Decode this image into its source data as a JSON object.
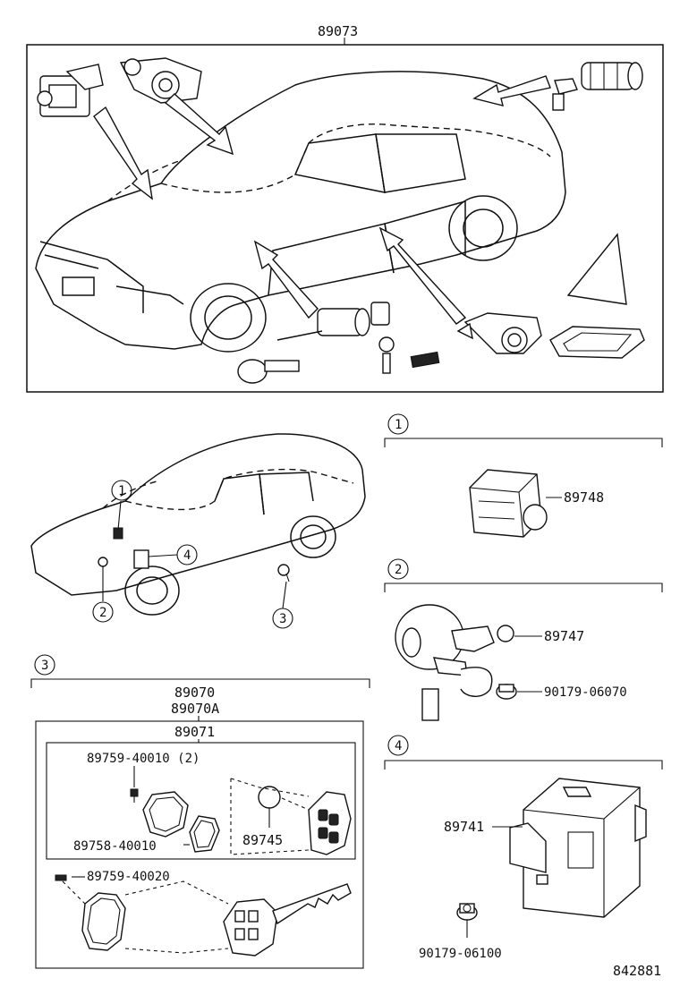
{
  "top_section": {
    "label": "89073"
  },
  "callouts": {
    "c1": "1",
    "c2": "2",
    "c3": "3",
    "c4": "4"
  },
  "section_1": {
    "num": "1",
    "part": "89748"
  },
  "section_2": {
    "num": "2",
    "part_a": "89747",
    "part_b": "90179-06070"
  },
  "section_3": {
    "num": "3",
    "label_a": "89070",
    "label_b": "89070A",
    "label_c": "89071",
    "parts": {
      "screw_top": "89759-40010 (2)",
      "gasket": "89758-40010",
      "battery": "89745",
      "screw_key": "89759-40020"
    }
  },
  "section_4": {
    "num": "4",
    "part_a": "89741",
    "part_b": "90179-06100"
  },
  "diagram_id": "842881"
}
